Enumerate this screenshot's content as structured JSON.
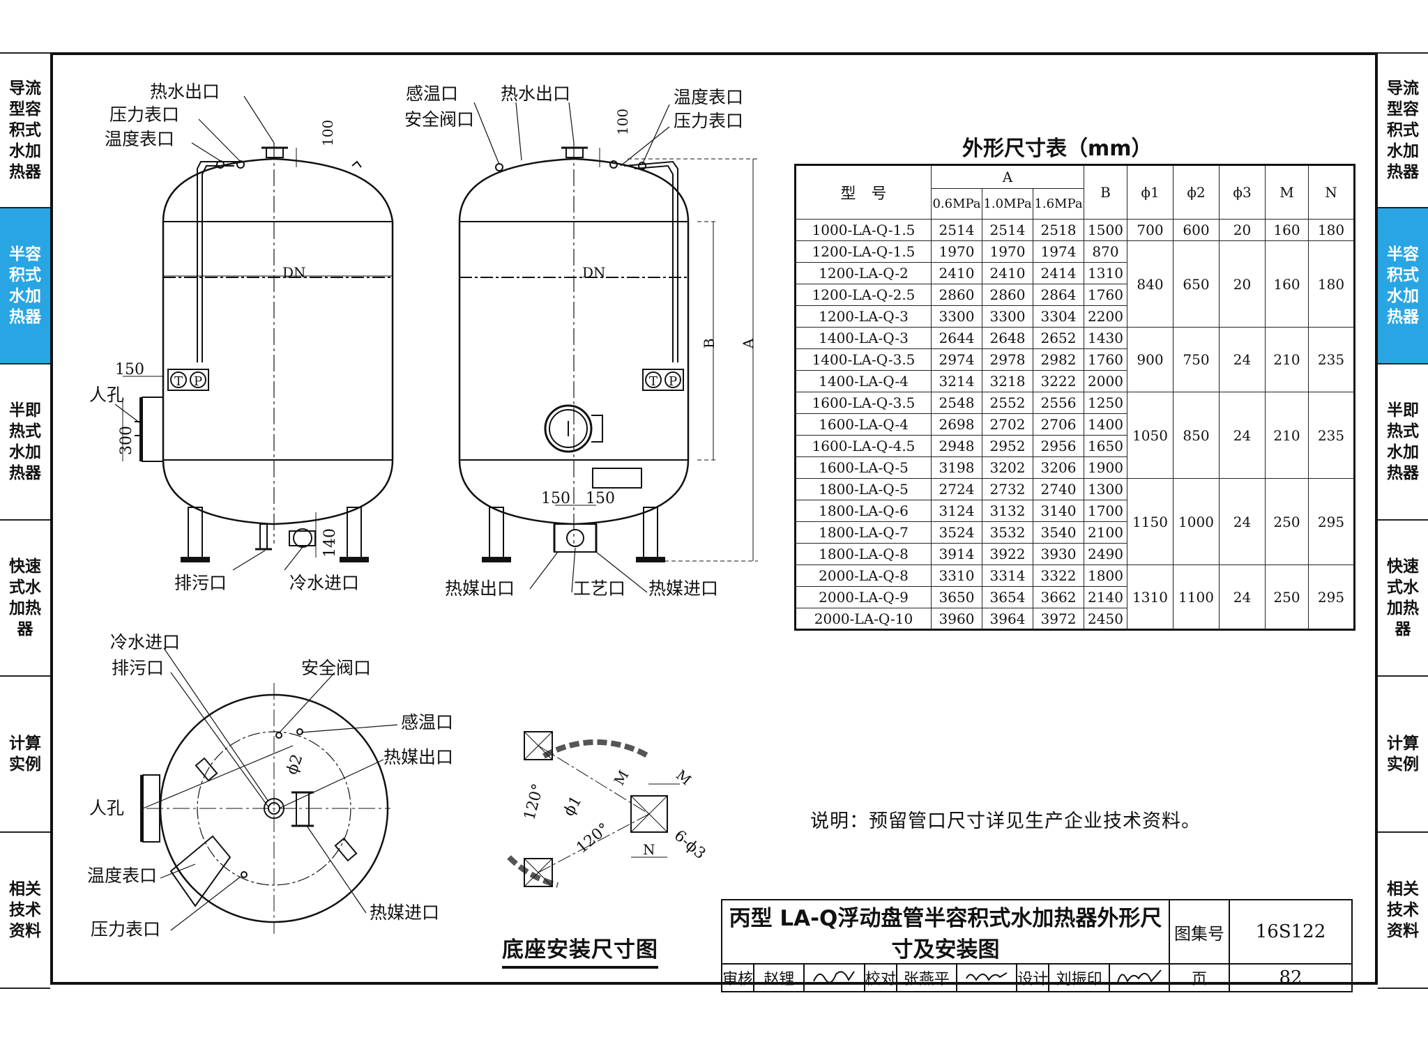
{
  "tabs_left": [
    "导流型容积式水加热器",
    "半容积式水加热器",
    "半即热式水加热器",
    "快速式水加热器",
    "计算实例",
    "相关技术资料"
  ],
  "tabs_right": [
    "导流型容积式水加热器",
    "半容积式水加热器",
    "半即热式水加热器",
    "快速式水加热器",
    "计算实例",
    "相关技术资料"
  ],
  "active_tab": 1,
  "colors": {
    "active_tab": "#29a5e3"
  },
  "drawing_left": {
    "labels": [
      "热水出口",
      "压力表口",
      "温度表口",
      "人孔",
      "排污口",
      "冷水进口"
    ],
    "dims": [
      "100",
      "150",
      "300",
      "140",
      "DN"
    ],
    "gauges": "ⓉⓅ"
  },
  "drawing_right": {
    "labels": [
      "感温口",
      "安全阀口",
      "热水出口",
      "温度表口",
      "压力表口",
      "热媒出口",
      "工艺口",
      "热媒进口"
    ],
    "dims": [
      "100",
      "150",
      "150",
      "DN",
      "B",
      "A"
    ],
    "gauges": "ⓉⓅ"
  },
  "plan_view": {
    "labels": [
      "冷水进口",
      "排污口",
      "安全阀口",
      "感温口",
      "热媒出口",
      "人孔",
      "温度表口",
      "热媒进口",
      "压力表口"
    ],
    "dims": [
      "ϕ2"
    ]
  },
  "base_plan": {
    "title": "底座安装尺寸图",
    "dims": [
      "120°",
      "120°",
      "ϕ1",
      "M",
      "M",
      "6-ϕ3",
      "N"
    ]
  },
  "table": {
    "title": "外形尺寸表（mm）",
    "head": {
      "model": "型　号",
      "A": "A",
      "A_sub": [
        "0.6MPa",
        "1.0MPa",
        "1.6MPa"
      ],
      "B": "B",
      "phi1": "ϕ1",
      "phi2": "ϕ2",
      "phi3": "ϕ3",
      "M": "M",
      "N": "N"
    },
    "rows": [
      [
        "1000-LA-Q-1.5",
        "2514",
        "2514",
        "2518",
        "1500"
      ],
      [
        "1200-LA-Q-1.5",
        "1970",
        "1970",
        "1974",
        "870"
      ],
      [
        "1200-LA-Q-2",
        "2410",
        "2410",
        "2414",
        "1310"
      ],
      [
        "1200-LA-Q-2.5",
        "2860",
        "2860",
        "2864",
        "1760"
      ],
      [
        "1200-LA-Q-3",
        "3300",
        "3300",
        "3304",
        "2200"
      ],
      [
        "1400-LA-Q-3",
        "2644",
        "2648",
        "2652",
        "1430"
      ],
      [
        "1400-LA-Q-3.5",
        "2974",
        "2978",
        "2982",
        "1760"
      ],
      [
        "1400-LA-Q-4",
        "3214",
        "3218",
        "3222",
        "2000"
      ],
      [
        "1600-LA-Q-3.5",
        "2548",
        "2552",
        "2556",
        "1250"
      ],
      [
        "1600-LA-Q-4",
        "2698",
        "2702",
        "2706",
        "1400"
      ],
      [
        "1600-LA-Q-4.5",
        "2948",
        "2952",
        "2956",
        "1650"
      ],
      [
        "1600-LA-Q-5",
        "3198",
        "3202",
        "3206",
        "1900"
      ],
      [
        "1800-LA-Q-5",
        "2724",
        "2732",
        "2740",
        "1300"
      ],
      [
        "1800-LA-Q-6",
        "3124",
        "3132",
        "3140",
        "1700"
      ],
      [
        "1800-LA-Q-7",
        "3524",
        "3532",
        "3540",
        "2100"
      ],
      [
        "1800-LA-Q-8",
        "3914",
        "3922",
        "3930",
        "2490"
      ],
      [
        "2000-LA-Q-8",
        "3310",
        "3314",
        "3322",
        "1800"
      ],
      [
        "2000-LA-Q-9",
        "3650",
        "3654",
        "3662",
        "2140"
      ],
      [
        "2000-LA-Q-10",
        "3960",
        "3964",
        "3972",
        "2450"
      ]
    ],
    "groups": [
      {
        "span": 1,
        "phi1": "700",
        "phi2": "600",
        "phi3": "20",
        "M": "160",
        "N": "180"
      },
      {
        "span": 4,
        "phi1": "840",
        "phi2": "650",
        "phi3": "20",
        "M": "160",
        "N": "180"
      },
      {
        "span": 3,
        "phi1": "900",
        "phi2": "750",
        "phi3": "24",
        "M": "210",
        "N": "235"
      },
      {
        "span": 4,
        "phi1": "1050",
        "phi2": "850",
        "phi3": "24",
        "M": "210",
        "N": "235"
      },
      {
        "span": 4,
        "phi1": "1150",
        "phi2": "1000",
        "phi3": "24",
        "M": "250",
        "N": "295"
      },
      {
        "span": 3,
        "phi1": "1310",
        "phi2": "1100",
        "phi3": "24",
        "M": "250",
        "N": "295"
      }
    ]
  },
  "note": "说明：预留管口尺寸详见生产企业技术资料。",
  "titleblock": {
    "title": "丙型 LA-Q浮动盘管半容积式水加热器外形尺寸及安装图",
    "atlas_label": "图集号",
    "atlas_no": "16S122",
    "review_label": "审核",
    "reviewer": "赵锂",
    "check_label": "校对",
    "checker": "张燕平",
    "design_label": "设计",
    "designer": "刘振印",
    "page_label": "页",
    "page_no": "82"
  }
}
